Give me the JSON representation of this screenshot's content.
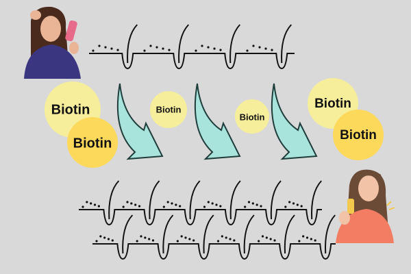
{
  "labels": {
    "biotin_1": "Biotin",
    "biotin_2": "Biotin",
    "biotin_3": "Biotin",
    "biotin_4": "Biotin",
    "biotin_5": "Biotin",
    "biotin_6": "Biotin"
  },
  "colors": {
    "background": "#d9d9d9",
    "biotin_light": "#f6ee9a",
    "biotin_dark": "#fcd95a",
    "arrow_fill": "#a9e4dc",
    "arrow_stroke": "#1f3d3a"
  }
}
